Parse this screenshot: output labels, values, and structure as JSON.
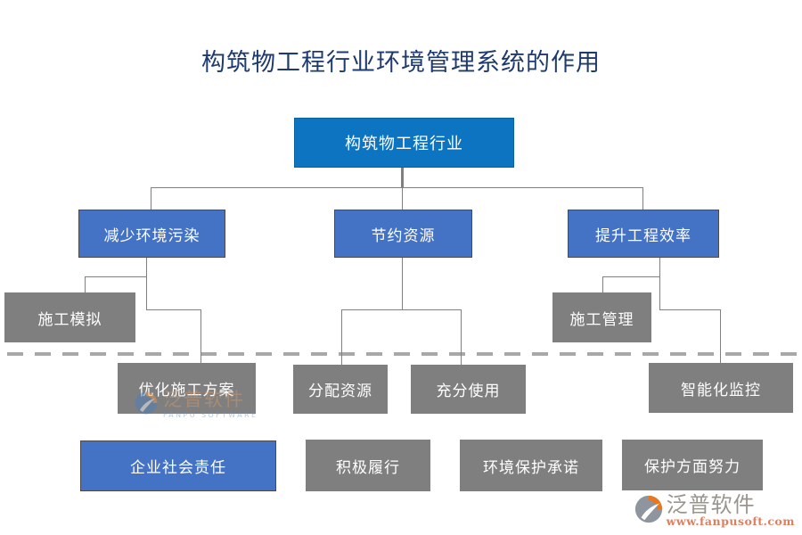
{
  "title": "构筑物工程行业环境管理系统的作用",
  "nodes": {
    "root": "构筑物工程行业",
    "reduce_pollution": "减少环境污染",
    "save_resources": "节约资源",
    "improve_efficiency": "提升工程效率",
    "construction_simulation": "施工模拟",
    "construction_management": "施工管理",
    "optimize_plan": "优化施工方案",
    "allocate_resources": "分配资源",
    "full_use": "充分使用",
    "intelligent_monitoring": "智能化监控",
    "csr": "企业社会责任",
    "active_fulfillment": "积极履行",
    "environment_commitment": "环境保护承诺",
    "protection_efforts": "保护方面努力"
  },
  "watermark": {
    "brand": "泛普软件",
    "brand_sub": "FANPU SOFTWARE"
  },
  "footer_logo": {
    "brand": "泛普软件",
    "url": "www.fanpusoft.com"
  },
  "colors": {
    "primary_blue": "#0d74c2",
    "secondary_blue": "#4472c4",
    "box_gray": "#7f7f7f",
    "line_gray": "#808080",
    "dash_gray": "#a8a8a8",
    "title_navy": "#1e3a6e",
    "logo_orange": "#e87722",
    "logo_gray": "#8e959e",
    "logo_url_salmon": "#dd7f5e",
    "logo_text_gray": "#9a948e"
  }
}
